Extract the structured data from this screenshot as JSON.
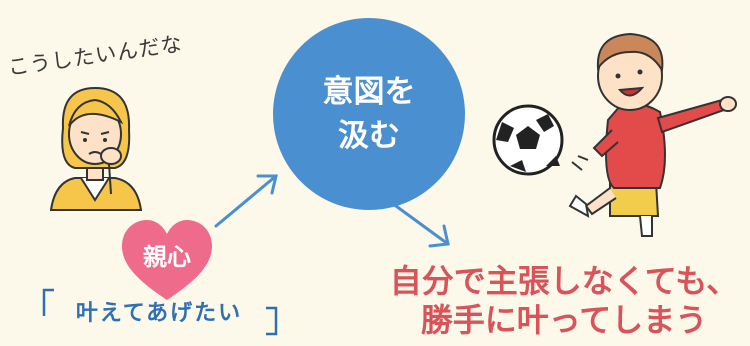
{
  "thought_text": "こうしたいんだな",
  "circle_label": "意図を\n汲む",
  "heart_label": "親心",
  "quote_text": "叶えてあげたい",
  "result": {
    "line1": "自分で主張しなくても、",
    "line2": "勝手に叶ってしまう"
  },
  "colors": {
    "background": "#fcf8ea",
    "circle": "#4a8fd0",
    "arrow": "#4a8fd0",
    "heart": "#ee6b8b",
    "quote_text": "#2f6fb4",
    "result_text": "#d9545a"
  }
}
